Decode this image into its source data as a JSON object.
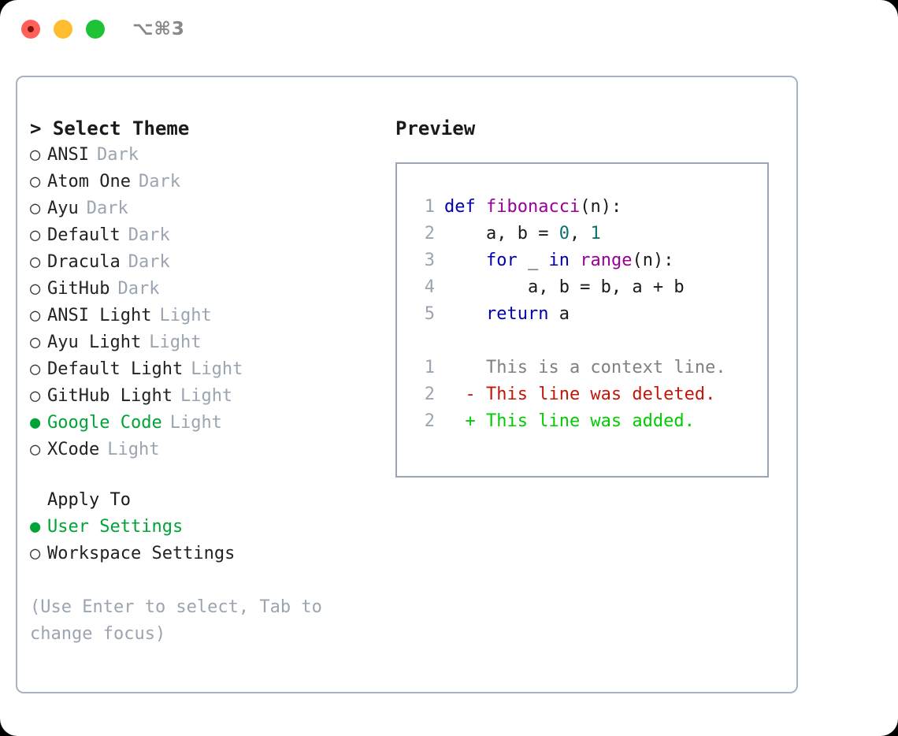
{
  "titlebar": {
    "shortcut": "⌥⌘3",
    "buttons": [
      "close",
      "minimize",
      "maximize"
    ]
  },
  "theme_selector": {
    "header": "> Select Theme",
    "items": [
      {
        "bullet": "○",
        "name": "ANSI",
        "variant": "Dark",
        "selected": false
      },
      {
        "bullet": "○",
        "name": "Atom One",
        "variant": "Dark",
        "selected": false
      },
      {
        "bullet": "○",
        "name": "Ayu",
        "variant": "Dark",
        "selected": false
      },
      {
        "bullet": "○",
        "name": "Default",
        "variant": "Dark",
        "selected": false
      },
      {
        "bullet": "○",
        "name": "Dracula",
        "variant": "Dark",
        "selected": false
      },
      {
        "bullet": "○",
        "name": "GitHub",
        "variant": "Dark",
        "selected": false
      },
      {
        "bullet": "○",
        "name": "ANSI Light",
        "variant": "Light",
        "selected": false
      },
      {
        "bullet": "○",
        "name": "Ayu Light",
        "variant": "Light",
        "selected": false
      },
      {
        "bullet": "○",
        "name": "Default Light",
        "variant": "Light",
        "selected": false
      },
      {
        "bullet": "○",
        "name": "GitHub Light",
        "variant": "Light",
        "selected": false
      },
      {
        "bullet": "●",
        "name": "Google Code",
        "variant": "Light",
        "selected": true
      },
      {
        "bullet": "○",
        "name": "XCode",
        "variant": "Light",
        "selected": false
      }
    ]
  },
  "apply_to": {
    "title": "Apply To",
    "items": [
      {
        "bullet": "●",
        "name": "User Settings",
        "selected": true
      },
      {
        "bullet": "○",
        "name": "Workspace Settings",
        "selected": false
      }
    ]
  },
  "hint": "(Use Enter to select, Tab to change focus)",
  "preview": {
    "title": "Preview",
    "code_lines": [
      {
        "no": "1",
        "tokens": [
          {
            "t": "def ",
            "c": "kw"
          },
          {
            "t": "fibonacci",
            "c": "fn"
          },
          {
            "t": "(n):",
            "c": "punc"
          }
        ]
      },
      {
        "no": "2",
        "tokens": [
          {
            "t": "    a, b = ",
            "c": "id"
          },
          {
            "t": "0",
            "c": "num"
          },
          {
            "t": ", ",
            "c": "punc"
          },
          {
            "t": "1",
            "c": "num"
          }
        ]
      },
      {
        "no": "3",
        "tokens": [
          {
            "t": "    ",
            "c": "id"
          },
          {
            "t": "for",
            "c": "kw"
          },
          {
            "t": " _ ",
            "c": "id"
          },
          {
            "t": "in",
            "c": "kw"
          },
          {
            "t": " ",
            "c": "id"
          },
          {
            "t": "range",
            "c": "fn"
          },
          {
            "t": "(n):",
            "c": "punc"
          }
        ]
      },
      {
        "no": "4",
        "tokens": [
          {
            "t": "        a, b = b, a + b",
            "c": "id"
          }
        ]
      },
      {
        "no": "5",
        "tokens": [
          {
            "t": "    ",
            "c": "id"
          },
          {
            "t": "return",
            "c": "kw"
          },
          {
            "t": " a",
            "c": "id"
          }
        ]
      }
    ],
    "diff_lines": [
      {
        "no": "1",
        "marker": "  ",
        "text": "This is a context line.",
        "kind": "ctx"
      },
      {
        "no": "2",
        "marker": "- ",
        "text": "This line was deleted.",
        "kind": "del"
      },
      {
        "no": "2",
        "marker": "+ ",
        "text": "This line was added.",
        "kind": "add"
      }
    ]
  },
  "colors": {
    "accent_green": "#00a436",
    "diff_add": "#00cc00",
    "diff_del": "#c0170a",
    "diff_ctx": "#808080",
    "muted": "#9aa5b1",
    "keyword": "#0000b0",
    "function": "#990099",
    "number": "#0d7070",
    "border": "#a9b3bf"
  }
}
